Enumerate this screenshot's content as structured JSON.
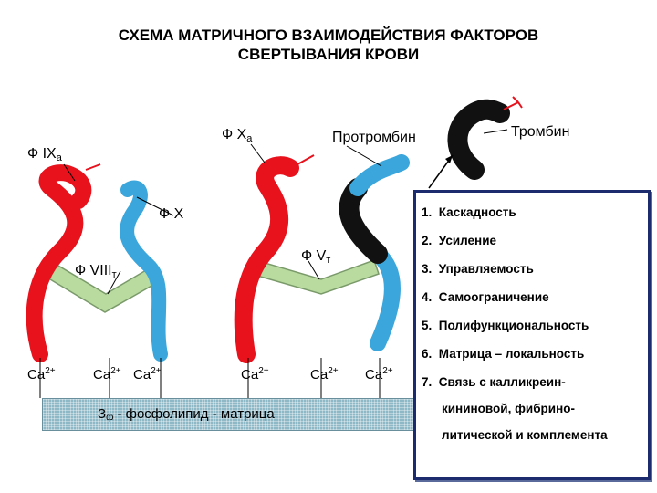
{
  "title": {
    "line1": "СХЕМА МАТРИЧНОГО ВЗАИМОДЕЙСТВИЯ ФАКТОРОВ",
    "line2": "СВЕРТЫВАНИЯ КРОВИ"
  },
  "labels": {
    "f9a": "Ф IX",
    "f9a_sub": "а",
    "f10": "Ф X",
    "f8t": "Ф VIII",
    "f8t_sub": "т",
    "f10a": "Ф X",
    "f10a_sub": "а",
    "prothrombin": "Протромбин",
    "thrombin": "Тромбин",
    "f5t": "Ф V",
    "f5t_sub": "т"
  },
  "calcium": [
    {
      "base": "Ca",
      "sup": "2+"
    },
    {
      "base": "Ca",
      "sup": "2+"
    },
    {
      "base": "Ca",
      "sup": "2+"
    },
    {
      "base": "Ca",
      "sup": "2+"
    },
    {
      "base": "Ca",
      "sup": "2+"
    },
    {
      "base": "Ca",
      "sup": "2+"
    }
  ],
  "matrix": {
    "prefix": "З",
    "prefix_sub": "ф",
    "text": " - фосфолипид - матрица"
  },
  "properties": [
    {
      "num": "1.",
      "text": "Каскадность"
    },
    {
      "num": "2.",
      "text": "Усиление"
    },
    {
      "num": "3.",
      "text": "Управляемость"
    },
    {
      "num": "4.",
      "text": "Самоограничение"
    },
    {
      "num": "5.",
      "text": "Полифункциональность"
    },
    {
      "num": "6.",
      "text": "Матрица – локальность"
    },
    {
      "num": "7.",
      "text": "Связь с калликреин-",
      "cont1": "кининовой, фибрино-",
      "cont2": "литической и комплемента"
    }
  ],
  "colors": {
    "red_factor": "#e8121d",
    "blue_factor": "#3aa6dc",
    "green_cofactor": "#b9dba0",
    "thrombin_black": "#111111",
    "panel_border": "#1c2a6e"
  }
}
